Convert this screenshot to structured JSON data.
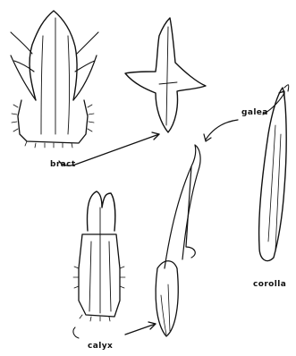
{
  "labels": {
    "bract": "bract",
    "galea": "galea",
    "corolla": "corolla",
    "calyx": "calyx"
  }
}
